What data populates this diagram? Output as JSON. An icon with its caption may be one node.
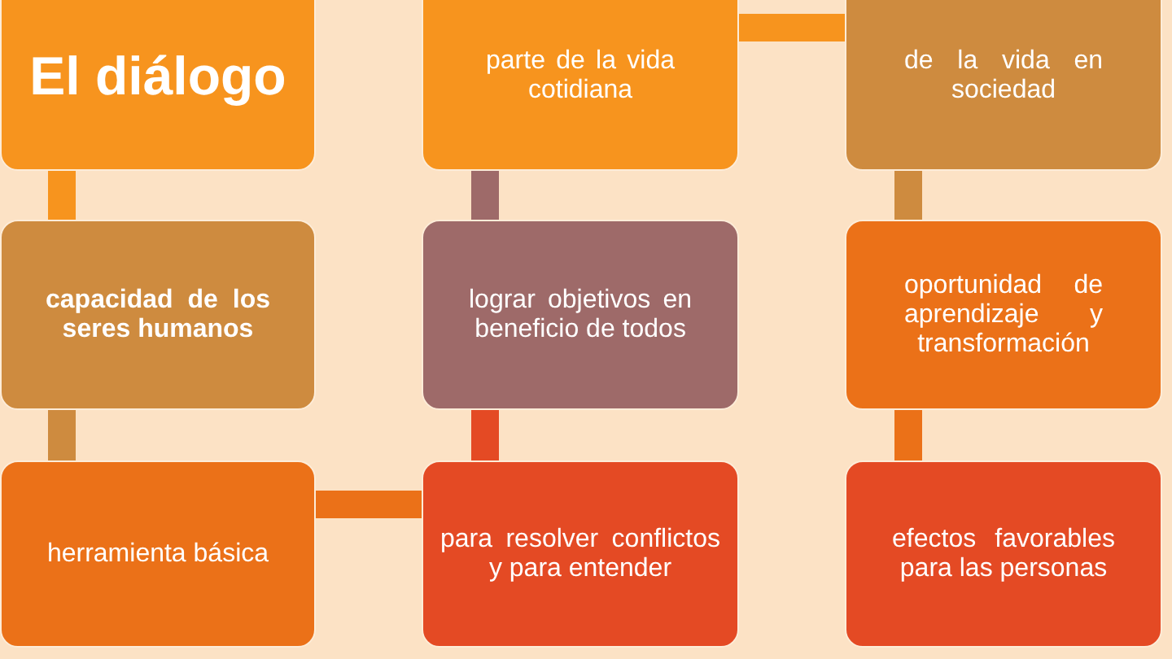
{
  "diagram": {
    "nodes": [
      {
        "text": [
          "El diálogo"
        ]
      },
      {
        "text": [
          "capacidad de los seres humanos"
        ]
      },
      {
        "text": [
          "herramienta básica"
        ]
      },
      {
        "text": [
          "para resolver conflictos y para entender"
        ]
      },
      {
        "text": [
          "lograr objetivos en beneficio de todos"
        ]
      },
      {
        "text": [
          "parte de la vida cotidiana"
        ]
      },
      {
        "text": [
          "de la vida en sociedad"
        ]
      },
      {
        "text": [
          "oportunidad de aprendizaje y transformación"
        ]
      },
      {
        "text": [
          "efectos favorables para las personas"
        ]
      }
    ],
    "edges": [
      {
        "from": 0,
        "to": 1,
        "arrow": "none",
        "style": "thick",
        "color": "#f7941e"
      },
      {
        "from": 1,
        "to": 2,
        "arrow": "none",
        "style": "thick",
        "color": "#ce8b3f"
      },
      {
        "from": 2,
        "to": 3,
        "arrow": "none",
        "style": "thick",
        "color": "#eb7118"
      },
      {
        "from": 3,
        "to": 4,
        "arrow": "none",
        "style": "thick",
        "color": "#e44a24"
      },
      {
        "from": 4,
        "to": 5,
        "arrow": "none",
        "style": "thick",
        "color": "#9e6a69"
      },
      {
        "from": 5,
        "to": 6,
        "arrow": "none",
        "style": "thick",
        "color": "#f7941e"
      },
      {
        "from": 6,
        "to": 7,
        "arrow": "none",
        "style": "thick",
        "color": "#ce8b3f"
      },
      {
        "from": 7,
        "to": 8,
        "arrow": "none",
        "style": "thick",
        "color": "#eb7118"
      }
    ]
  }
}
